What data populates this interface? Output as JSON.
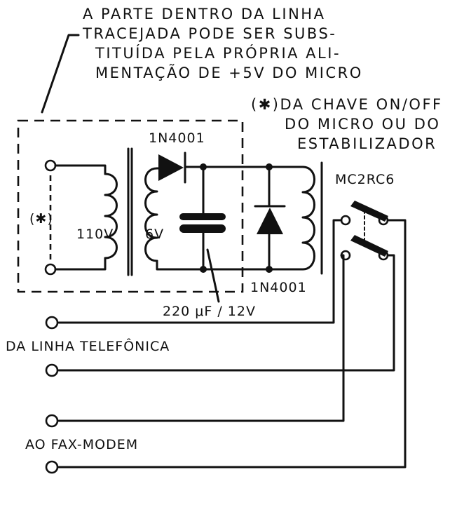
{
  "note": {
    "lines": [
      "A PARTE DENTRO DA LINHA",
      "TRACEJADA PODE SER SUBS-",
      "TITUÍDA PELA PRÓPRIA ALI-",
      "MENTAÇÃO DE +5V DO MICRO"
    ]
  },
  "asterisk_note": {
    "lines": [
      "(✱)DA CHAVE ON/OFF",
      "DO MICRO OU DO",
      "ESTABILIZADOR"
    ]
  },
  "components": {
    "asterisk_marker": "(✱)",
    "transformer_primary": "110V",
    "transformer_secondary": "6V",
    "diode_top": "1N4001",
    "diode_bottom": "1N4001",
    "capacitor": "220 μF / 12V",
    "relay": "MC2RC6"
  },
  "connections": {
    "phone_line": "DA LINHA TELEFÔNICA",
    "fax_modem": "AO FAX-MODEM"
  }
}
